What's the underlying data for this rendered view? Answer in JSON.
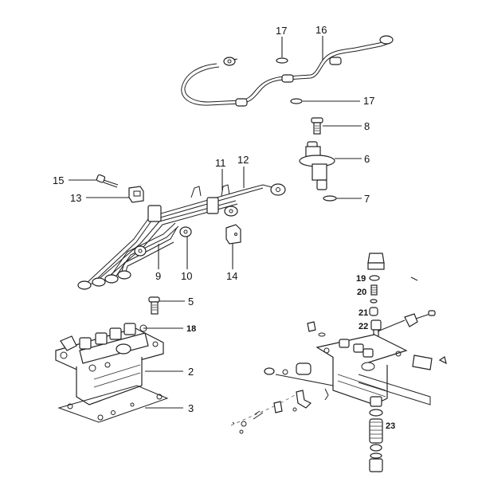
{
  "diagram": {
    "title": "Fuel injection pump exploded parts diagram",
    "callouts": [
      {
        "id": "c17a",
        "label": "17",
        "part": "washer"
      },
      {
        "id": "c16",
        "label": "16",
        "part": "fuel-return-pipe"
      },
      {
        "id": "c17b",
        "label": "17",
        "part": "washer"
      },
      {
        "id": "c8",
        "label": "8",
        "part": "banjo-bolt"
      },
      {
        "id": "c6",
        "label": "6",
        "part": "injection-nozzle"
      },
      {
        "id": "c7",
        "label": "7",
        "part": "nozzle-gasket"
      },
      {
        "id": "c11",
        "label": "11",
        "part": "injection-pipe"
      },
      {
        "id": "c12",
        "label": "12",
        "part": "injection-pipe"
      },
      {
        "id": "c15",
        "label": "15",
        "part": "bolt"
      },
      {
        "id": "c13",
        "label": "13",
        "part": "pipe-clamp"
      },
      {
        "id": "c9",
        "label": "9",
        "part": "injection-pipe-set"
      },
      {
        "id": "c10",
        "label": "10",
        "part": "pipe-clamp-small"
      },
      {
        "id": "c14",
        "label": "14",
        "part": "clamp"
      },
      {
        "id": "c5",
        "label": "5",
        "part": "bolt"
      },
      {
        "id": "c18",
        "label": "18",
        "part": "washer"
      },
      {
        "id": "c2",
        "label": "2",
        "part": "injection-pump"
      },
      {
        "id": "c3",
        "label": "3",
        "part": "pump-gasket"
      },
      {
        "id": "c19",
        "label": "19",
        "part": "o-ring"
      },
      {
        "id": "c20",
        "label": "20",
        "part": "spring"
      },
      {
        "id": "c21",
        "label": "21",
        "part": "valve"
      },
      {
        "id": "c22",
        "label": "22",
        "part": "delivery-valve"
      },
      {
        "id": "c23",
        "label": "23",
        "part": "plunger-spring"
      }
    ]
  }
}
